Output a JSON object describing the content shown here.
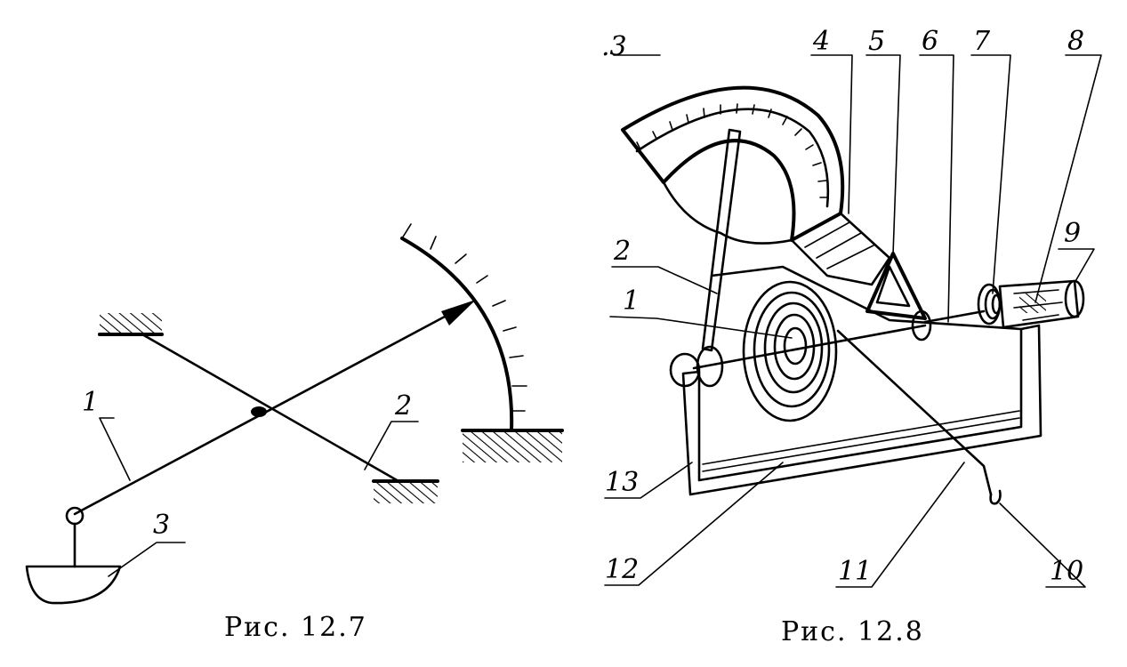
{
  "figures": [
    {
      "caption": "Рис.   12.7",
      "labels": [
        "1",
        "2",
        "3"
      ]
    },
    {
      "caption": "Рис.   12.8",
      "labels": [
        ".3",
        "4",
        "5",
        "6",
        "7",
        "8",
        "9",
        "2",
        "1",
        "13",
        "12",
        "11",
        "10"
      ]
    }
  ]
}
